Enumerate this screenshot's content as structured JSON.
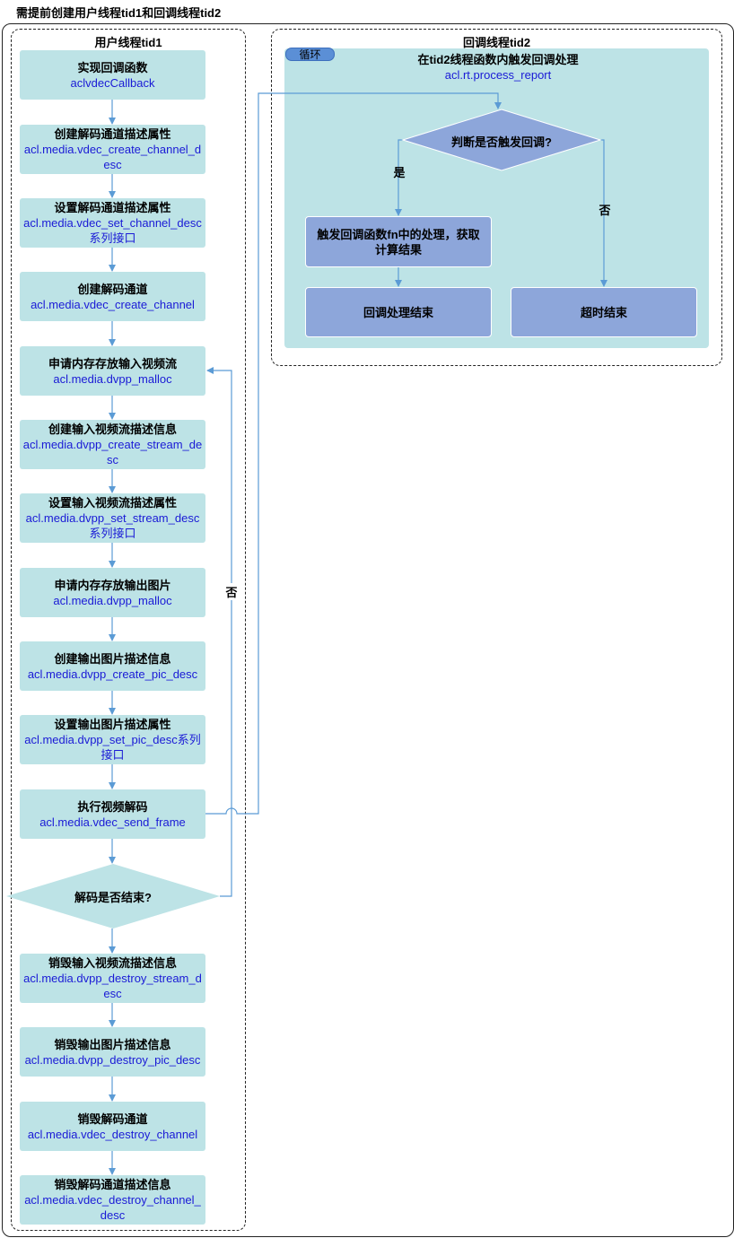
{
  "title": "需提前创建用户线程tid1和回调线程tid2",
  "user_lane": {
    "title": "用户线程tid1",
    "steps": [
      {
        "label": "实现回调函数",
        "api": "aclvdecCallback"
      },
      {
        "label": "创建解码通道描述属性",
        "api": "acl.media.vdec_create_channel_desc"
      },
      {
        "label": "设置解码通道描述属性",
        "api": "acl.media.vdec_set_channel_desc系列接口"
      },
      {
        "label": "创建解码通道",
        "api": "acl.media.vdec_create_channel"
      },
      {
        "label": "申请内存存放输入视频流",
        "api": "acl.media.dvpp_malloc"
      },
      {
        "label": "创建输入视频流描述信息",
        "api": "acl.media.dvpp_create_stream_desc"
      },
      {
        "label": "设置输入视频流描述属性",
        "api": "acl.media.dvpp_set_stream_desc系列接口"
      },
      {
        "label": "申请内存存放输出图片",
        "api": "acl.media.dvpp_malloc"
      },
      {
        "label": "创建输出图片描述信息",
        "api": "acl.media.dvpp_create_pic_desc"
      },
      {
        "label": "设置输出图片描述属性",
        "api": "acl.media.dvpp_set_pic_desc系列接口"
      },
      {
        "label": "执行视频解码",
        "api": "acl.media.vdec_send_frame"
      }
    ],
    "decision": "解码是否结束?",
    "decision_no": "否",
    "cleanup": [
      {
        "label": "销毁输入视频流描述信息",
        "api": "acl.media.dvpp_destroy_stream_desc"
      },
      {
        "label": "销毁输出图片描述信息",
        "api": "acl.media.dvpp_destroy_pic_desc"
      },
      {
        "label": "销毁解码通道",
        "api": "acl.media.vdec_destroy_channel"
      },
      {
        "label": "销毁解码通道描述信息",
        "api": "acl.media.vdec_destroy_channel_desc"
      }
    ]
  },
  "callback_lane": {
    "title": "回调线程tid2",
    "loop_tag": "循环",
    "loop_label": "在tid2线程函数内触发回调处理",
    "loop_api": "acl.rt.process_report",
    "decision": "判断是否触发回调?",
    "yes": "是",
    "no": "否",
    "trigger": "触发回调函数fn中的处理，获取计算结果",
    "end_callback": "回调处理结束",
    "timeout_end": "超时结束"
  },
  "colors": {
    "box_fill": "#bde3e6",
    "api_text": "#1a1ad6",
    "arrow": "#5b9bd5",
    "loop_tag": "#5b8fd6",
    "purple_fill": "#8da6da"
  }
}
